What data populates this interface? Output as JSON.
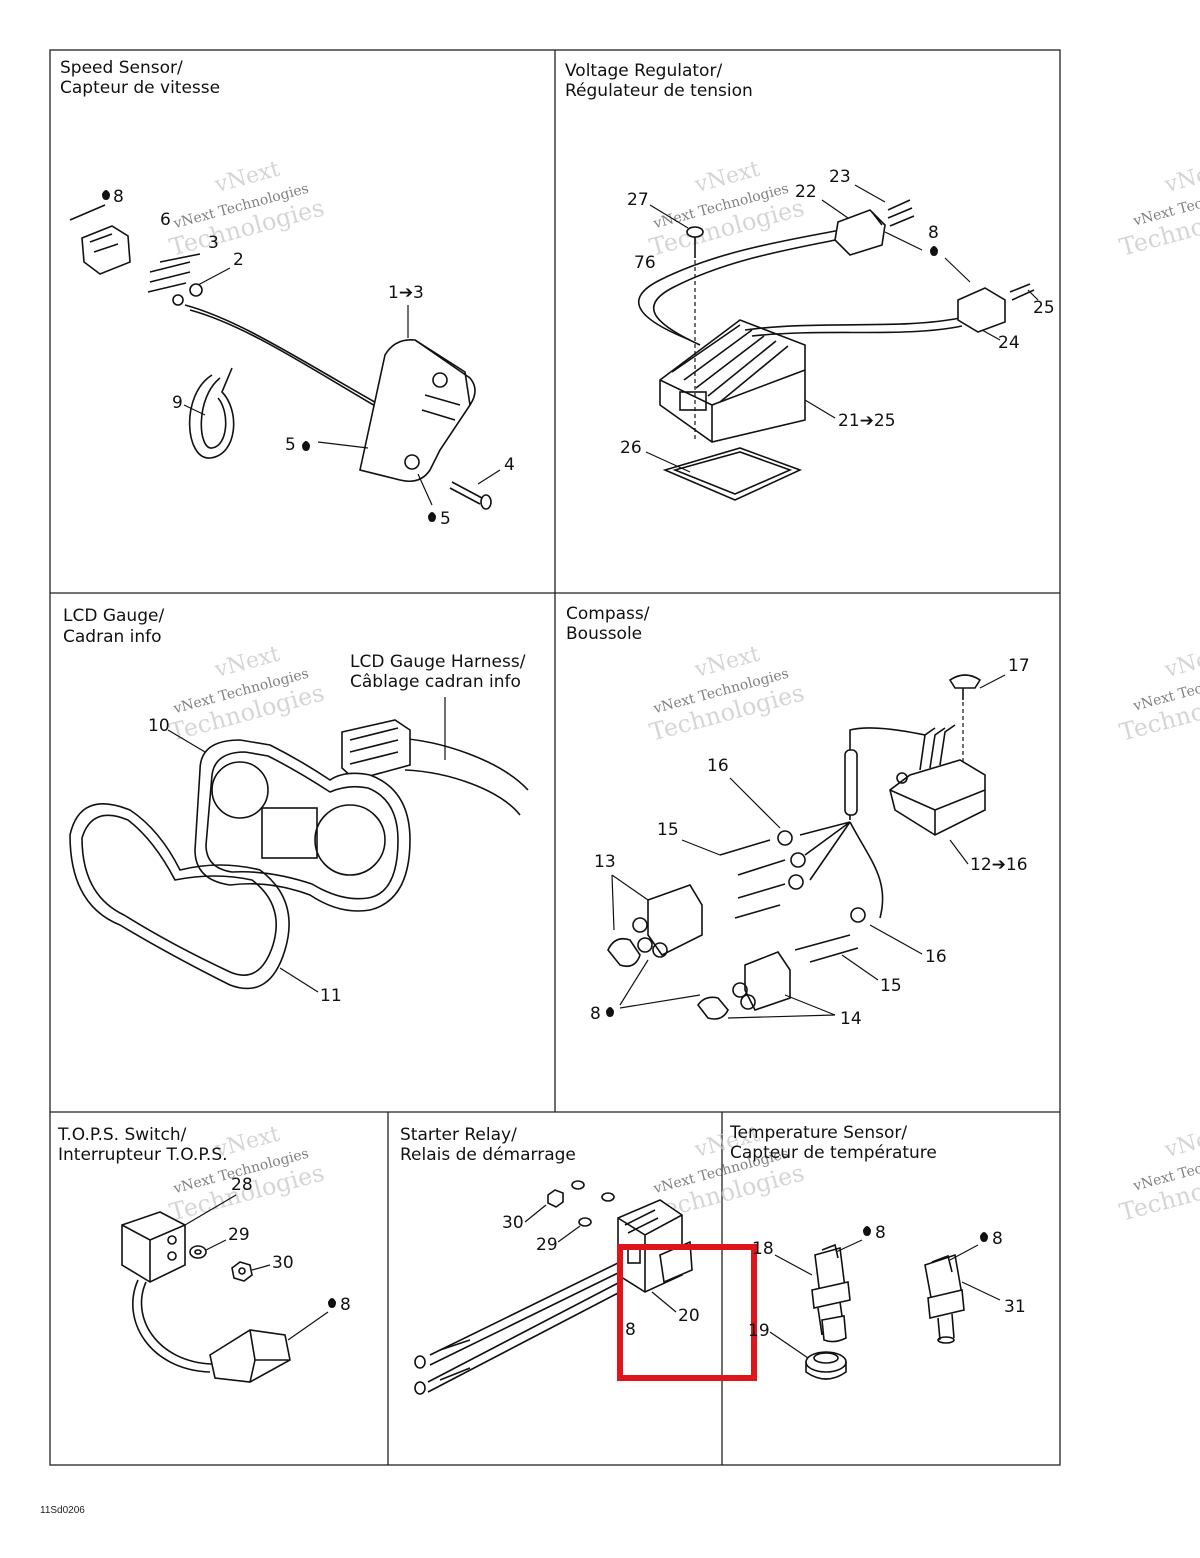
{
  "panels": {
    "speed_sensor": {
      "title_en": "Speed Sensor/",
      "title_fr": "Capteur de vitesse",
      "callouts": [
        "8",
        "6",
        "3",
        "2",
        "1➔3",
        "9",
        "5",
        "4",
        "5"
      ]
    },
    "voltage_regulator": {
      "title_en": "Voltage Regulator/",
      "title_fr": "Régulateur de tension",
      "callouts": [
        "27",
        "22",
        "23",
        "8",
        "76",
        "25",
        "24",
        "21➔25",
        "26"
      ]
    },
    "lcd_gauge": {
      "title_en": "LCD Gauge/",
      "title_fr": "Cadran info",
      "harness_en": "LCD Gauge Harness/",
      "harness_fr": "Câblage cadran info",
      "callouts": [
        "10",
        "11"
      ]
    },
    "compass": {
      "title_en": "Compass/",
      "title_fr": "Boussole",
      "callouts": [
        "17",
        "16",
        "15",
        "13",
        "12➔16",
        "16",
        "15",
        "8",
        "14"
      ]
    },
    "tops_switch": {
      "title_en": "T.O.P.S. Switch/",
      "title_fr": "Interrupteur T.O.P.S.",
      "callouts": [
        "28",
        "29",
        "30",
        "8"
      ]
    },
    "starter_relay": {
      "title_en": "Starter Relay/",
      "title_fr": "Relais de démarrage",
      "callouts": [
        "30",
        "29",
        "20",
        "8"
      ]
    },
    "temperature_sensor": {
      "title_en": "Temperature Sensor/",
      "title_fr": "Capteur de température",
      "callouts": [
        "8",
        "8",
        "18",
        "31",
        "19"
      ]
    }
  },
  "watermark": {
    "line1": "vNext",
    "line2": "vNext Technologies",
    "line3": "Technologies"
  },
  "figure_ref": "11Sd0206",
  "colors": {
    "line": "#111111",
    "highlight": "#e0141b",
    "watermark": "#c8c8c8"
  }
}
